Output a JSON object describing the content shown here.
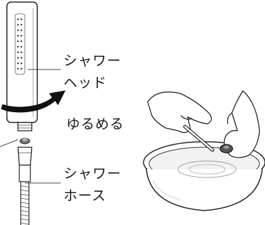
{
  "labels": {
    "shower_head_line1": "シャワー",
    "shower_head_line2": "ヘッド",
    "loosen": "ゆるめる",
    "shower_hose_line1": "シャワー",
    "shower_hose_line2": "ホース"
  }
}
